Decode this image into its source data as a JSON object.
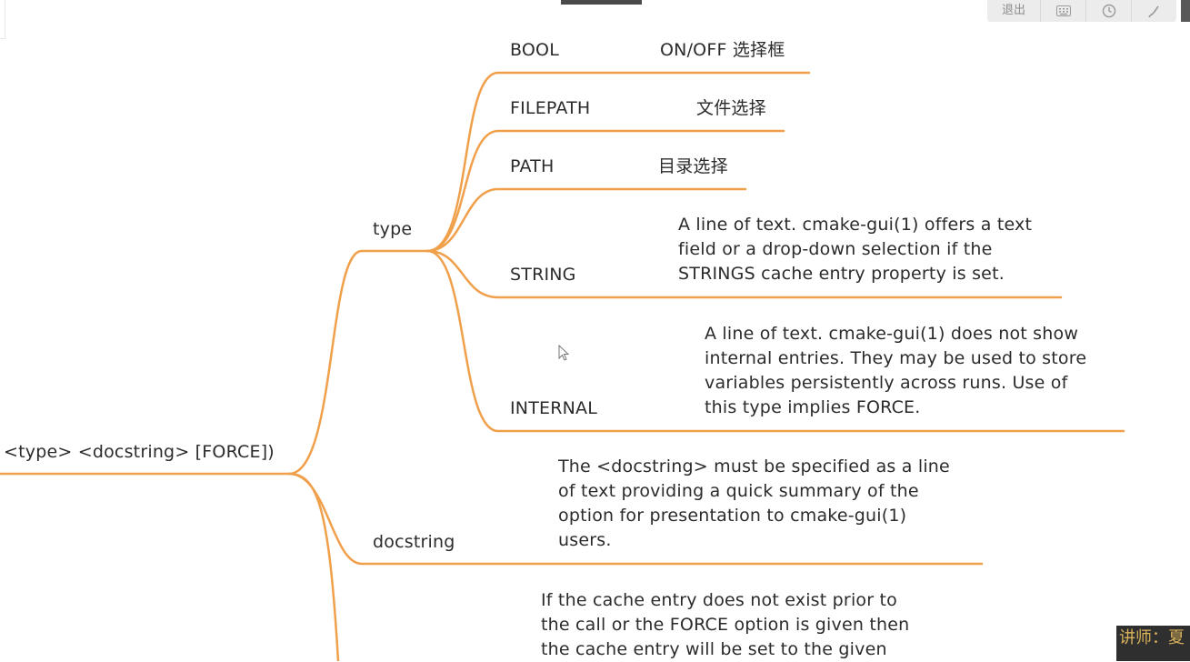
{
  "diagram": {
    "root_label": "<type> <docstring> [FORCE])",
    "type_label": "type",
    "docstring_label": "docstring",
    "type_items": [
      {
        "name": "BOOL",
        "desc": "ON/OFF 选择框"
      },
      {
        "name": "FILEPATH",
        "desc": "文件选择"
      },
      {
        "name": "PATH",
        "desc": "目录选择"
      },
      {
        "name": "STRING",
        "desc": "A line of text. cmake-gui(1) offers a text\nfield or a drop-down selection if the\nSTRINGS cache entry property is set."
      },
      {
        "name": "INTERNAL",
        "desc": "A line of text. cmake-gui(1) does not show\ninternal entries. They may be used to store\nvariables persistently across runs. Use of\nthis type implies FORCE."
      }
    ],
    "docstring_desc": "The <docstring> must be specified as a line\nof text providing a quick summary of the\noption for presentation to cmake-gui(1)\nusers.",
    "force_desc": "If the cache entry does not exist prior to\nthe call or the FORCE option is given then\nthe cache entry will be set to the given",
    "branch_color": "#f0a04b"
  },
  "toolbar": {
    "exit_label": "退出",
    "buttons": [
      "keyboard-icon",
      "clock-icon",
      "pen-icon"
    ]
  },
  "lecturer_label": "讲师：夏"
}
